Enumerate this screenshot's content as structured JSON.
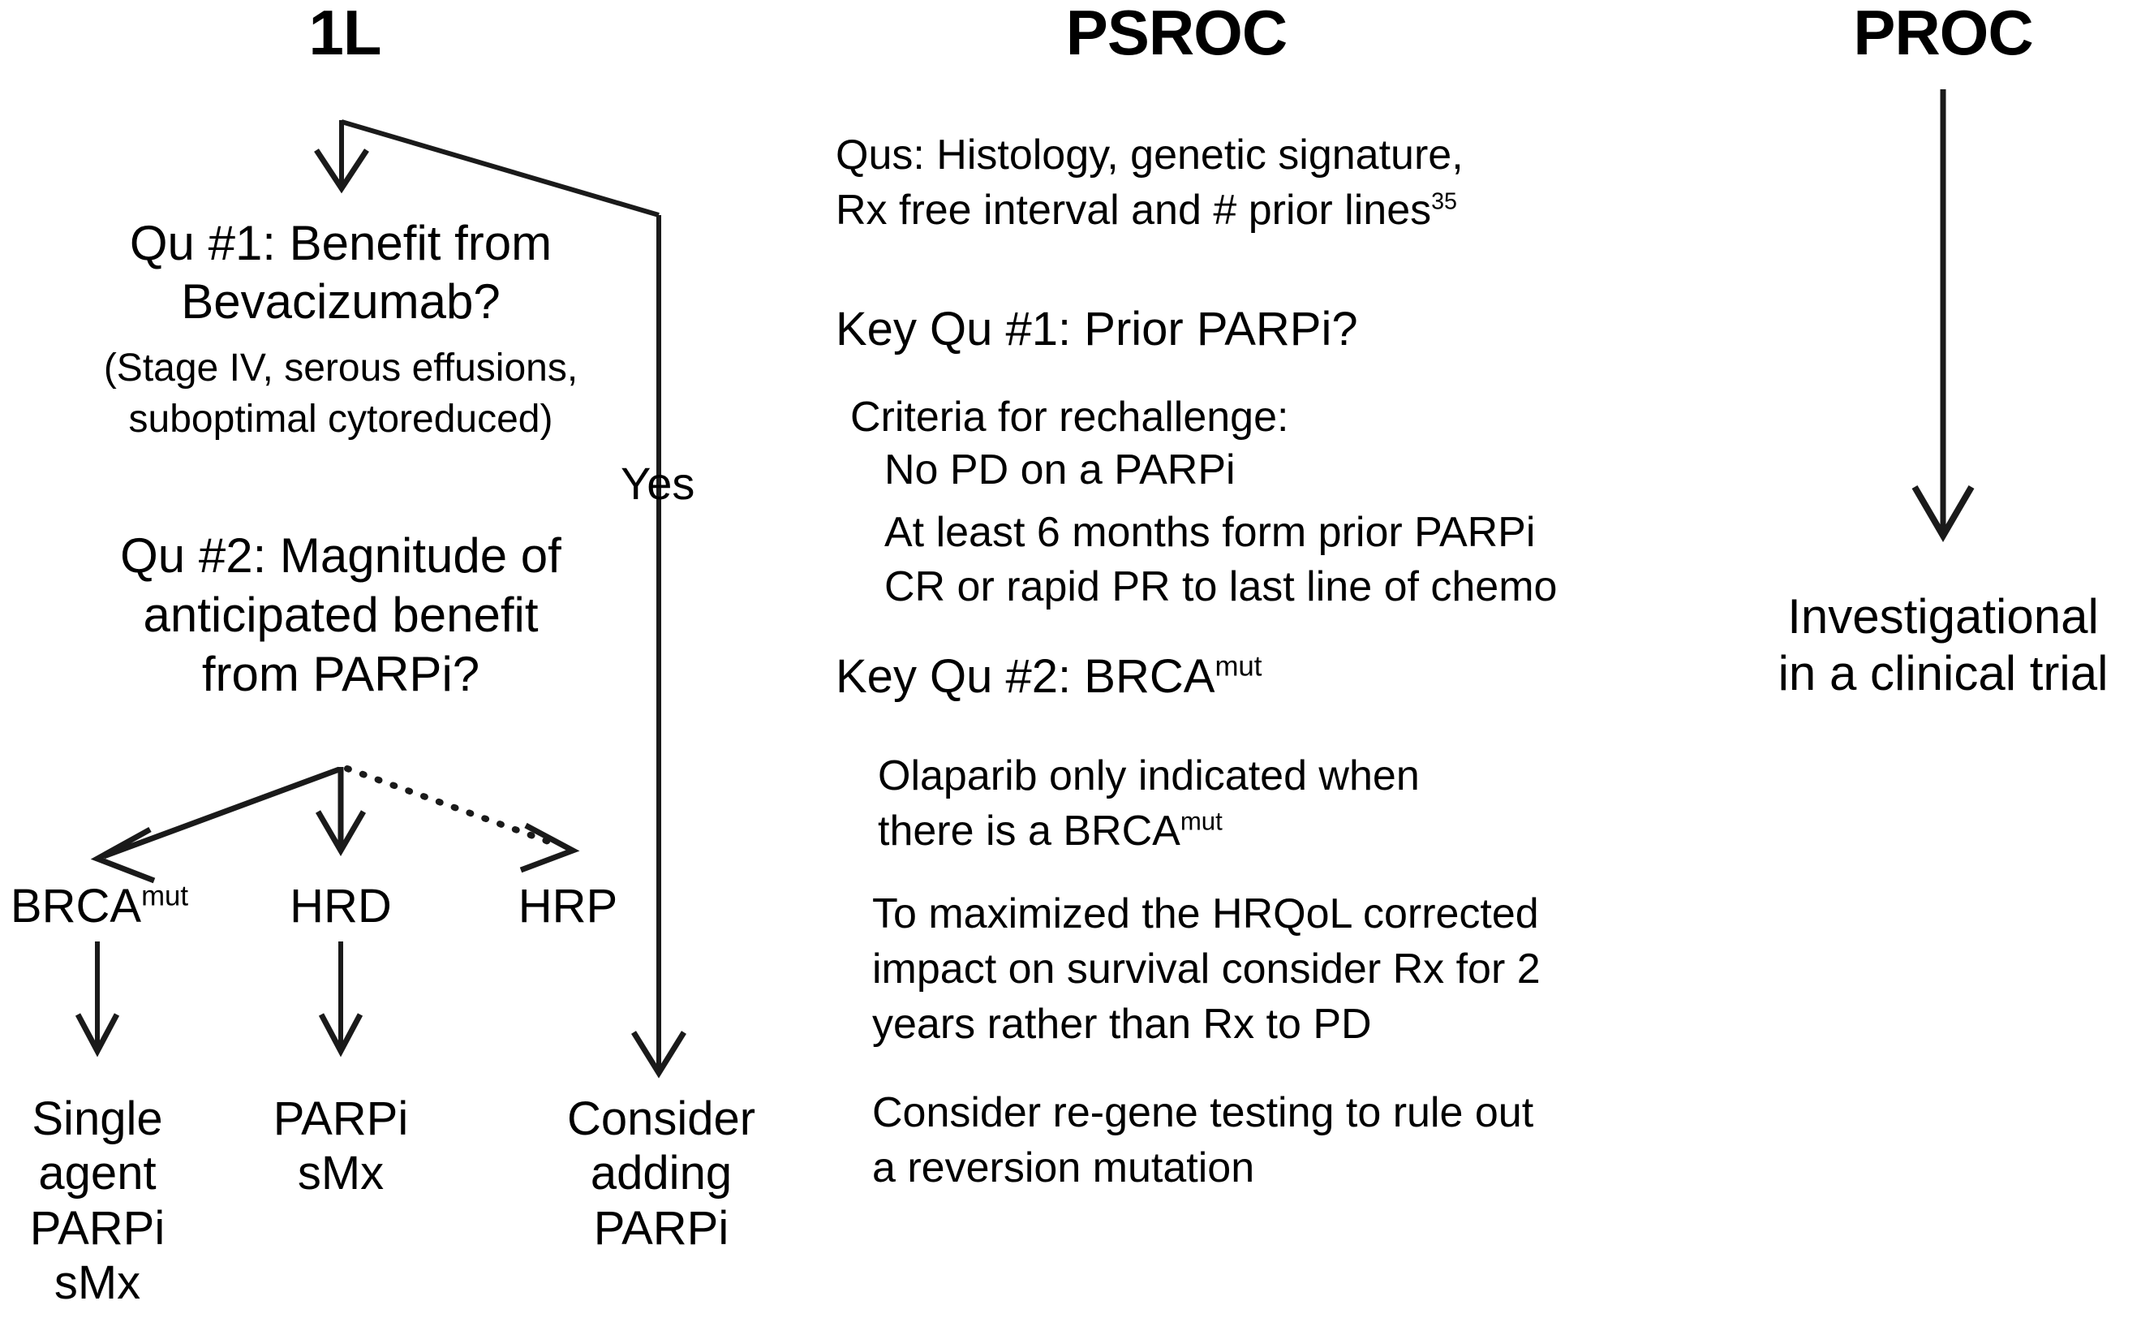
{
  "columns": {
    "left": {
      "title": "1L",
      "q1": {
        "line1": "Qu #1: Benefit from",
        "line2": "Bevacizumab?",
        "note1": "(Stage IV, serous effusions,",
        "note2": "suboptimal cytoreduced)"
      },
      "yes_label": "Yes",
      "q2": {
        "line1": "Qu #2: Magnitude of",
        "line2": "anticipated benefit",
        "line3": "from PARPi?"
      },
      "branches": [
        {
          "base": "BRCA",
          "sup": "mut"
        },
        {
          "base": "HRD",
          "sup": ""
        },
        {
          "base": "HRP",
          "sup": ""
        }
      ],
      "outcomes": [
        {
          "lines": [
            "Single",
            "agent",
            "PARPi",
            "sMx"
          ]
        },
        {
          "lines": [
            "PARPi",
            "sMx"
          ]
        },
        {
          "lines": [
            "Consider",
            "adding",
            "PARPi"
          ]
        }
      ]
    },
    "middle": {
      "title": "PSROC",
      "qus": {
        "line1": "Qus: Histology, genetic signature,",
        "line2_pre": "Rx free interval and # prior lines",
        "line2_sup": "35"
      },
      "key_qu_1": {
        "heading": "Key Qu #1: Prior PARPi?",
        "criteria_heading": "Criteria for rechallenge:",
        "criteria": [
          "No PD on a PARPi",
          "At least 6 months form prior PARPi",
          "CR or rapid PR to last line of chemo"
        ]
      },
      "key_qu_2": {
        "heading_pre": "Key Qu #2: BRCA",
        "heading_sup": "mut",
        "para1_line1": "Olaparib only indicated when",
        "para1_line2_pre": "there is a BRCA",
        "para1_line2_sup": "mut",
        "para2": [
          "To maximized the HRQoL corrected",
          "impact on survival consider Rx for 2",
          "years rather than Rx to PD"
        ],
        "para3": [
          "Consider re-gene testing to rule out",
          "a reversion mutation"
        ]
      }
    },
    "right": {
      "title": "PROC",
      "outcome": {
        "line1": "Investigational",
        "line2": "in a clinical trial"
      }
    }
  },
  "style": {
    "stroke_color": "#1a1a1a",
    "background": "#ffffff",
    "text_color": "#000000"
  }
}
